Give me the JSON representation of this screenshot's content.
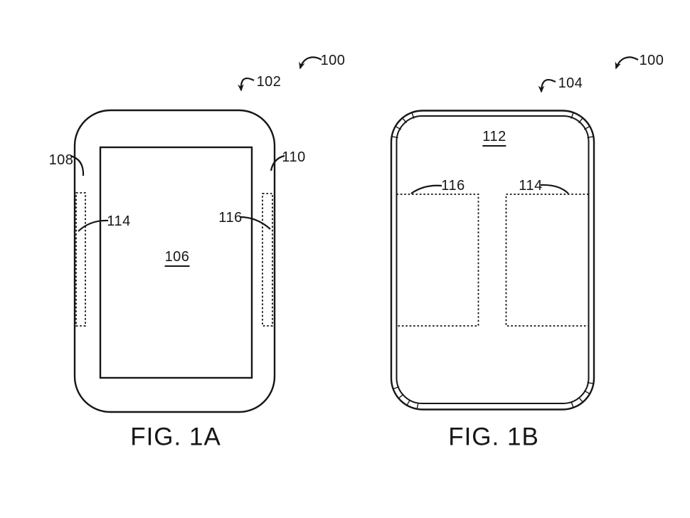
{
  "sheet": {
    "background": "#ffffff",
    "ink": "#161616"
  },
  "fig1a": {
    "caption": "FIG. 1A",
    "refs": {
      "assembly": "100",
      "device_front": "102",
      "display": "106",
      "left_side": "108",
      "right_side": "110",
      "left_antenna_window": "114",
      "right_antenna_window": "116"
    }
  },
  "fig1b": {
    "caption": "FIG. 1B",
    "refs": {
      "assembly": "100",
      "device_back": "104",
      "back_cover": "112",
      "left_antenna_window": "116",
      "right_antenna_window": "114"
    }
  }
}
